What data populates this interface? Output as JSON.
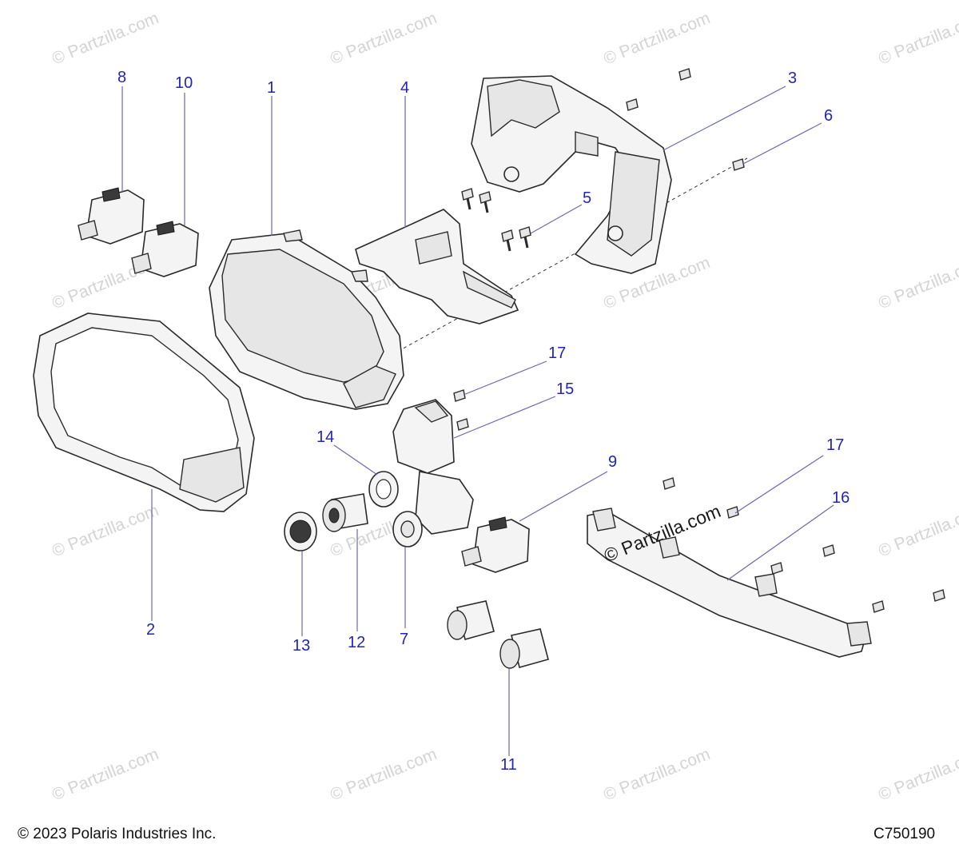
{
  "watermark": "© Partzilla.com",
  "callouts": {
    "n1": "1",
    "n2": "2",
    "n3": "3",
    "n4": "4",
    "n5": "5",
    "n6": "6",
    "n7": "7",
    "n8": "8",
    "n9": "9",
    "n10": "10",
    "n11": "11",
    "n12": "12",
    "n13": "13",
    "n14": "14",
    "n15": "15",
    "n16": "16",
    "n17a": "17",
    "n17b": "17"
  },
  "footer": {
    "copyright": "© 2023 Polaris Industries Inc.",
    "diagram_code": "C750190"
  }
}
